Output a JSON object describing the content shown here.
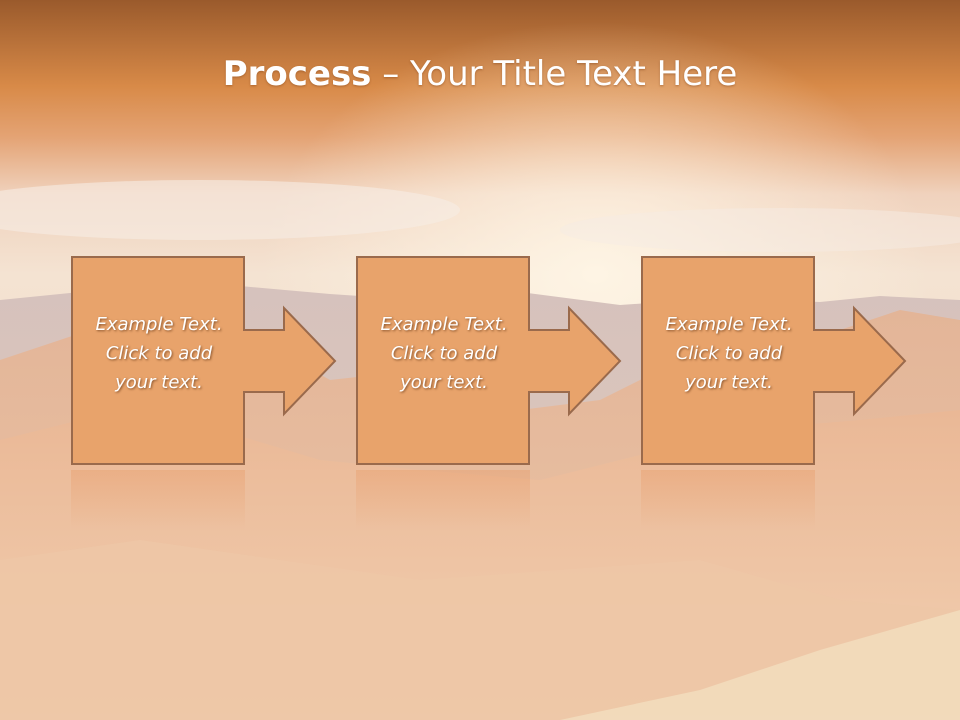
{
  "slide": {
    "title_bold": "Process",
    "title_rest": " – Your Title Text Here"
  },
  "steps": [
    {
      "line1": "Example Text.",
      "line2": "Click  to add",
      "line3": "your text."
    },
    {
      "line1": "Example Text.",
      "line2": "Click  to add",
      "line3": "your text."
    },
    {
      "line1": "Example Text.",
      "line2": "Click  to add",
      "line3": "your text."
    }
  ],
  "colors": {
    "header_top": "#9a5a2c",
    "header_mid": "#d88a48",
    "box_fill": "#e8a36b",
    "box_stroke": "#9a6a4c",
    "text": "#ffffff"
  }
}
